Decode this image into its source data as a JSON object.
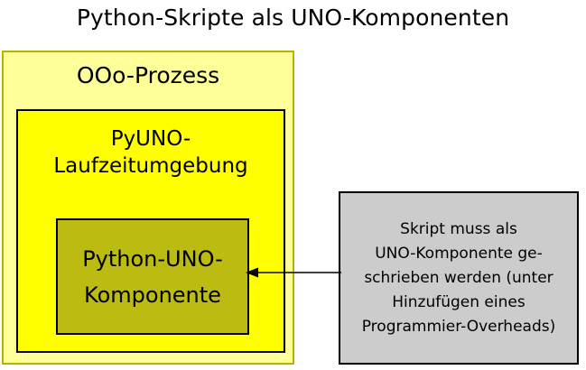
{
  "title": "Python-Skripte als UNO-Komponenten",
  "boxes": {
    "outer": {
      "label": "OOo-Prozess",
      "fill": "#ffff99",
      "border": "#b3b300"
    },
    "runtime": {
      "label": "PyUNO-\nLaufzeitumgebung",
      "fill": "#ffff00",
      "border": "#000000"
    },
    "component": {
      "label": "Python-UNO-\nKomponente",
      "fill": "#bbbb11",
      "border": "#000000"
    },
    "annotation": {
      "text": "Skript muss als\nUNO-Komponente ge-\nschrieben werden (unter\nHinzufügen eines\nProgrammier-Overheads)",
      "fill": "#cccccc",
      "border": "#000000"
    }
  },
  "connector": {
    "name": "arrow-left",
    "color": "#000000",
    "direction": "left"
  }
}
